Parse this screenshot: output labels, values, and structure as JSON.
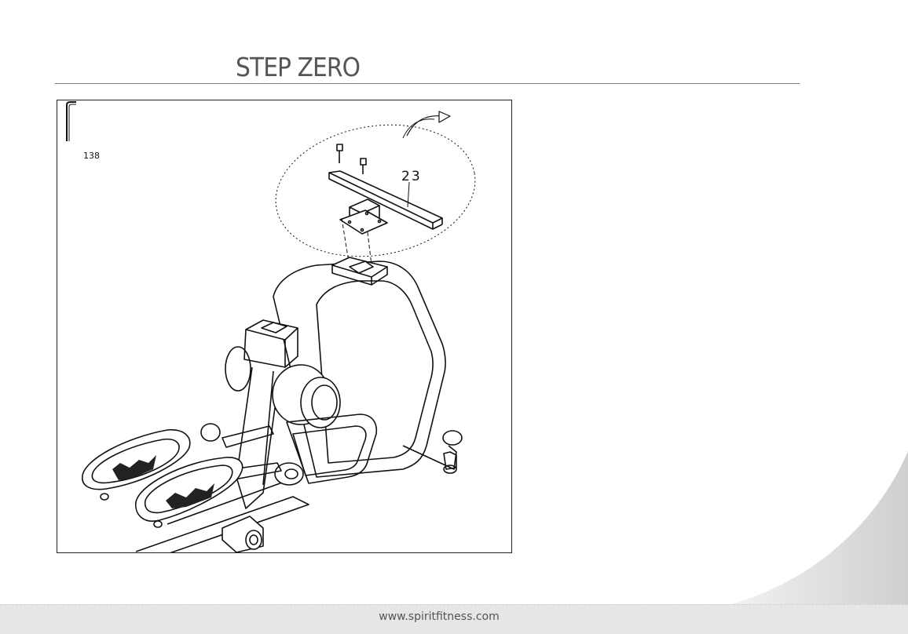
{
  "header": {
    "title": "STEP ZERO"
  },
  "figure": {
    "tool_label": "138",
    "part_label": "23"
  },
  "footer": {
    "url": "www.spiritfitness.com"
  },
  "colors": {
    "accent_gray": "#dcdcdc",
    "rule": "#7a7a7a",
    "text": "#555555"
  }
}
